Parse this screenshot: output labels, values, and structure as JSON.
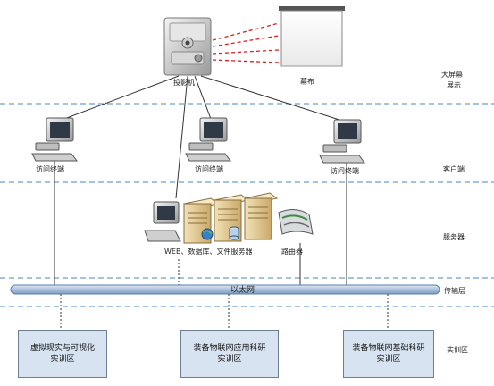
{
  "nodes": {
    "projector": "投影机",
    "screen": "幕布",
    "terminal_left": "访问终端",
    "terminal_mid": "访问终端",
    "terminal_right": "访问终端",
    "servers": "WEB、数据库、文件服务器",
    "router": "路由器",
    "ethernet": "以太网"
  },
  "layers": {
    "display": [
      "大屏幕",
      "展示"
    ],
    "client": "客户端",
    "service": "服务器",
    "transport": "传输层",
    "training": "实训区"
  },
  "training_areas": [
    {
      "line1": "虚拟现实与可视化",
      "line2": "实训区"
    },
    {
      "line1": "装备物联网应用科研",
      "line2": "实训区"
    },
    {
      "line1": "装备物联网基础科研",
      "line2": "实训区"
    }
  ]
}
